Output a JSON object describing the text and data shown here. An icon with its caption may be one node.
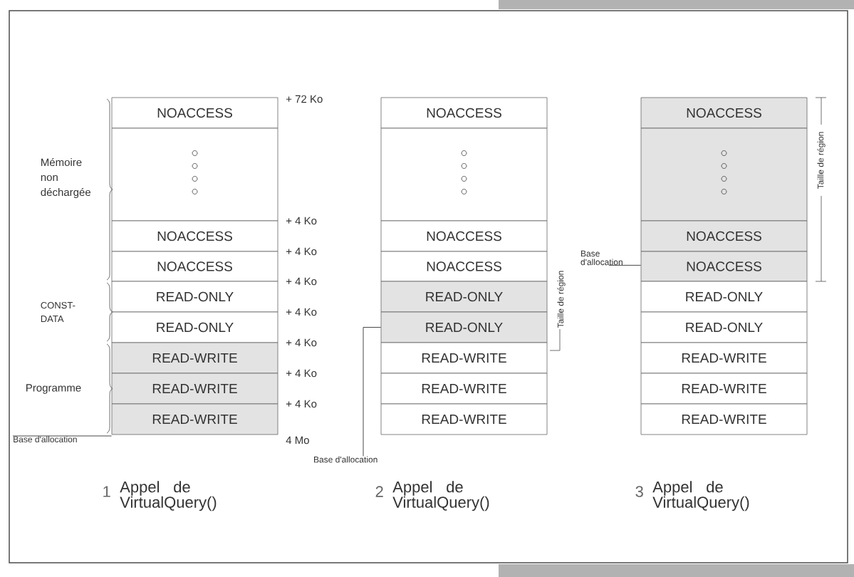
{
  "diagram": {
    "nodes": [
      {
        "text": [
          "NOACCESS"
        ]
      },
      {
        "text": [],
        "shape": "box"
      },
      {
        "text": [
          "NOACCESS"
        ]
      },
      {
        "text": [
          "NOACCESS"
        ]
      },
      {
        "text": [
          "READ-ONLY"
        ]
      },
      {
        "text": [
          "READ-ONLY"
        ]
      },
      {
        "text": [
          "READ-WRITE"
        ]
      },
      {
        "text": [
          "READ-WRITE"
        ]
      },
      {
        "text": [
          "READ-WRITE"
        ]
      },
      {
        "text": [
          "NOACCESS"
        ]
      },
      {
        "text": [],
        "shape": "box"
      },
      {
        "text": [
          "NOACCESS"
        ]
      },
      {
        "text": [
          "NOACCESS"
        ]
      },
      {
        "text": [
          "READ-ONLY"
        ]
      },
      {
        "text": [
          "READ-ONLY"
        ]
      },
      {
        "text": [
          "READ-WRITE"
        ]
      },
      {
        "text": [
          "READ-WRITE"
        ]
      },
      {
        "text": [
          "READ-WRITE"
        ]
      },
      {
        "text": [
          "NOACCESS"
        ]
      },
      {
        "text": [],
        "shape": "box"
      },
      {
        "text": [
          "NOACCESS"
        ]
      },
      {
        "text": [
          "NOACCESS"
        ]
      },
      {
        "text": [
          "READ-ONLY"
        ]
      },
      {
        "text": [
          "READ-ONLY"
        ]
      },
      {
        "text": [
          "READ-WRITE"
        ]
      },
      {
        "text": [
          "READ-WRITE"
        ]
      },
      {
        "text": [
          "READ-WRITE"
        ]
      },
      {
        "text": [
          "Base d'allocation"
        ]
      },
      {
        "text": [
          "Base d'allocation"
        ]
      },
      {
        "text": [
          "Base d'allocation"
        ]
      }
    ],
    "edges": [
      {
        "from": 27,
        "to": 8,
        "arrow": "none"
      },
      {
        "from": 28,
        "to": 14,
        "arrow": "none"
      },
      {
        "from": 29,
        "to": 21,
        "arrow": "none"
      }
    ],
    "labels": [
      "Mémoire non déchargée",
      "CONST-DATA",
      "Programme",
      "+ 72 Ko",
      "+ 4 Ko",
      "+ 4 Ko",
      "+ 4 Ko",
      "+ 4 Ko",
      "+ 4 Ko",
      "+ 4 Ko",
      "+ 4 Ko",
      "4 Mo",
      "Taille de région",
      "Taille de région",
      "1",
      "Appel de VirtualQuery()",
      "2",
      "Appel de VirtualQuery()",
      "3",
      "Appel de VirtualQuery()"
    ]
  }
}
